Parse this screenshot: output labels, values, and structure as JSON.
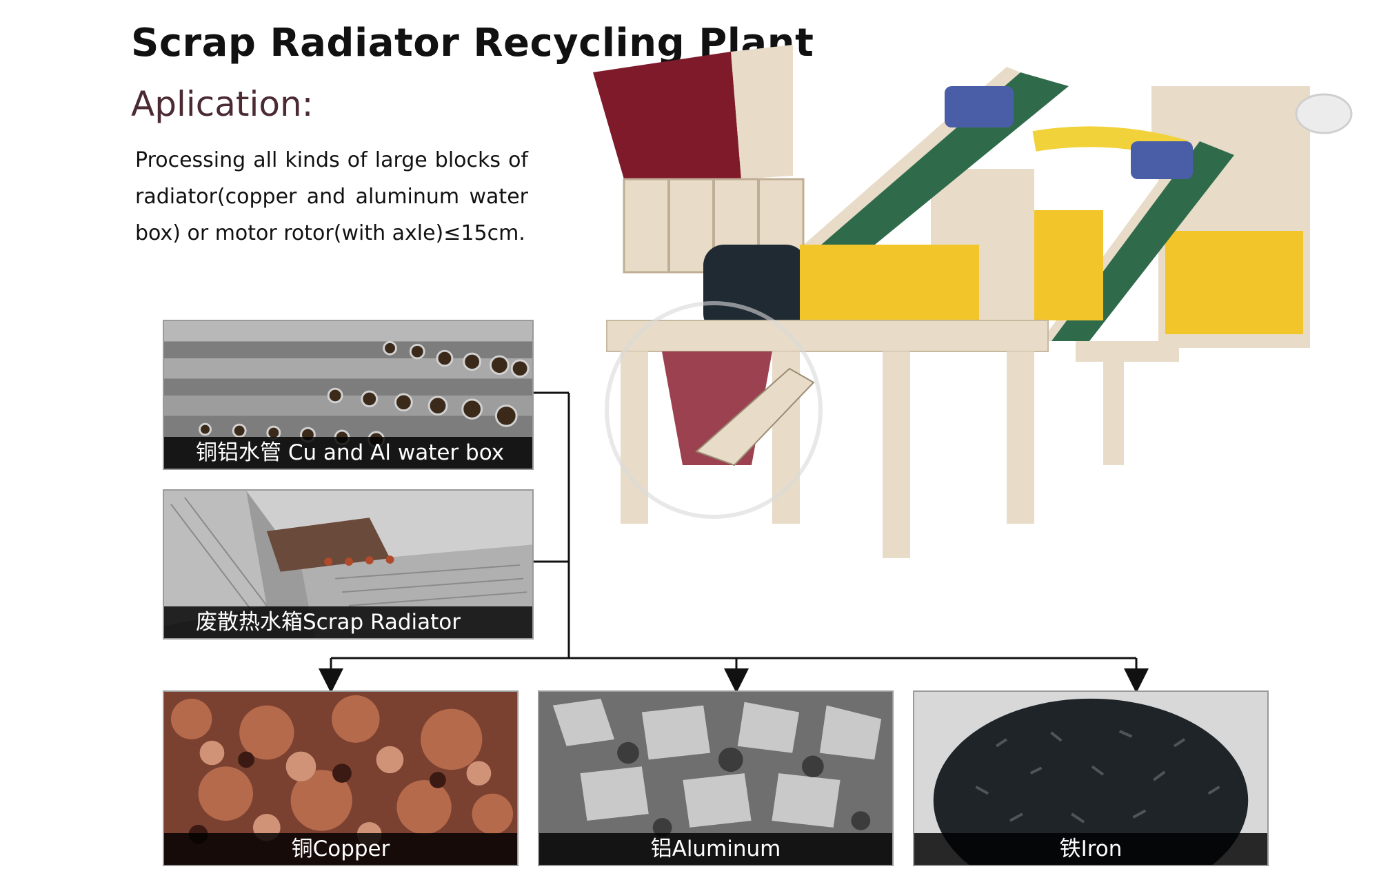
{
  "page": {
    "title": "Scrap Radiator Recycling Plant",
    "subtitle": "Aplication:",
    "description": "Processing all kinds of large blocks of radiator(copper and aluminum water box) or motor rotor(with axle)≤15cm."
  },
  "inputs": [
    {
      "label": "铜铝水管  Cu and Al water box"
    },
    {
      "label": "废散热水箱Scrap Radiator"
    }
  ],
  "outputs": [
    {
      "label": "铜Copper"
    },
    {
      "label": "铝Aluminum"
    },
    {
      "label": "铁Iron"
    }
  ],
  "colors": {
    "connector": "#111111",
    "caption_bg": "#000000",
    "hopper": "#7e1a2a",
    "frame": "#e8dcc8",
    "machine_yellow": "#f2c52a",
    "conveyor": "#2f6b4a"
  }
}
